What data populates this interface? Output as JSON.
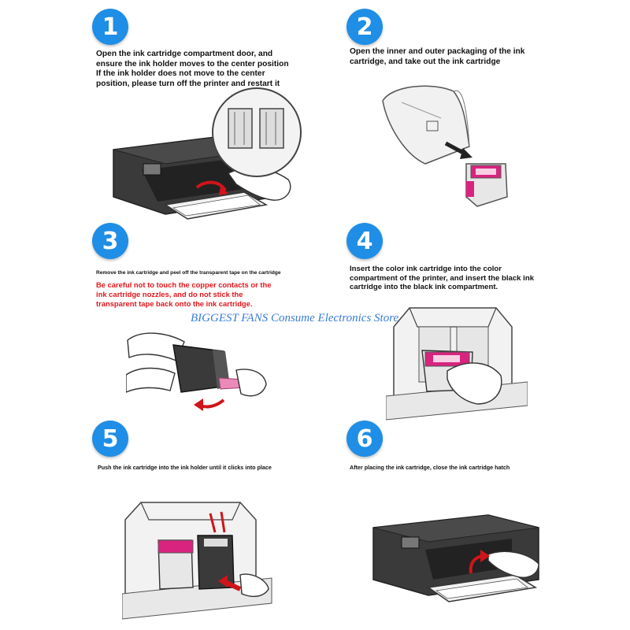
{
  "steps": [
    {
      "number": "1",
      "lines": [
        "Open the ink cartridge compartment door, and",
        "ensure the ink holder moves to the center position",
        "If the ink holder does not move to the center",
        "position, please turn off the printer and restart it"
      ]
    },
    {
      "number": "2",
      "lines": [
        "Open the inner and outer packaging of the ink",
        "cartridge, and take out the ink cartridge"
      ]
    },
    {
      "number": "3",
      "lines": [
        "Remove the ink cartridge and peel off the transparent tape on the cartridge"
      ],
      "warning_lines": [
        "Be careful not to touch the copper contacts or the",
        "ink cartridge nozzles, and do not stick the",
        "transparent tape back onto the ink cartridge."
      ]
    },
    {
      "number": "4",
      "lines": [
        "Insert the color ink cartridge into the color",
        "compartment of the printer, and insert the black ink",
        "cartridge into the black ink compartment."
      ]
    },
    {
      "number": "5",
      "lines": [
        "Push the ink cartridge into the ink holder until it clicks into place"
      ]
    },
    {
      "number": "6",
      "lines": [
        "After placing the ink cartridge, close the ink cartridge hatch"
      ]
    }
  ],
  "watermark": "BIGGEST FANS Consume Electronics Store",
  "colors": {
    "step_badge": "#1f8ee6",
    "warning": "#e0161b",
    "watermark": "#3a7dd8",
    "cartridge_magenta": "#d8247f",
    "arrow_red": "#d0141a",
    "printer_body": "#3a3a3a"
  }
}
